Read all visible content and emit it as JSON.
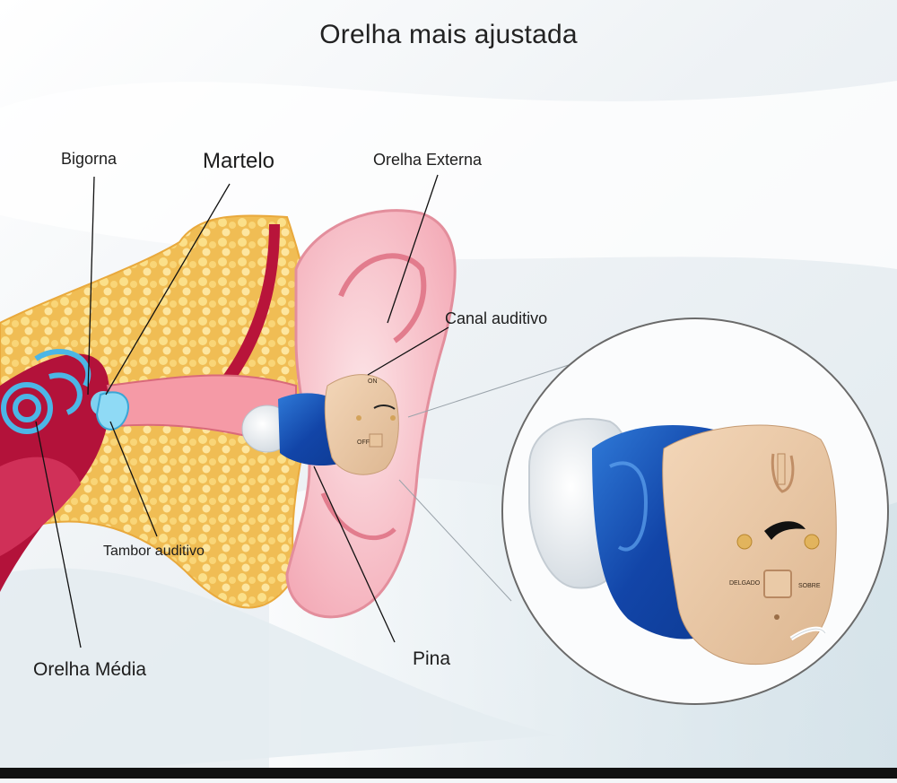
{
  "title": "Orelha mais ajustada",
  "labels": {
    "bigorna": "Bigorna",
    "martelo": "Martelo",
    "orelha_externa": "Orelha Externa",
    "canal_auditivo": "Canal auditivo",
    "tambor_auditivo": "Tambor auditivo",
    "orelha_media": "Orelha Média",
    "pina": "Pina"
  },
  "device_text": {
    "off": "OFF",
    "on": "ON",
    "delgado": "DELGADO",
    "sobre": "SOBRE"
  },
  "colors": {
    "skin": "#f0c8a6",
    "pinna": "#f7b5c0",
    "bone": "#f3c25c",
    "canal": "#f08e9a",
    "muscle": "#b8143a",
    "cochlea": "#5ec3ea",
    "device_shell": "#e9c9a6",
    "device_blue": "#1a5fbd",
    "dome": "#e7ebef"
  }
}
